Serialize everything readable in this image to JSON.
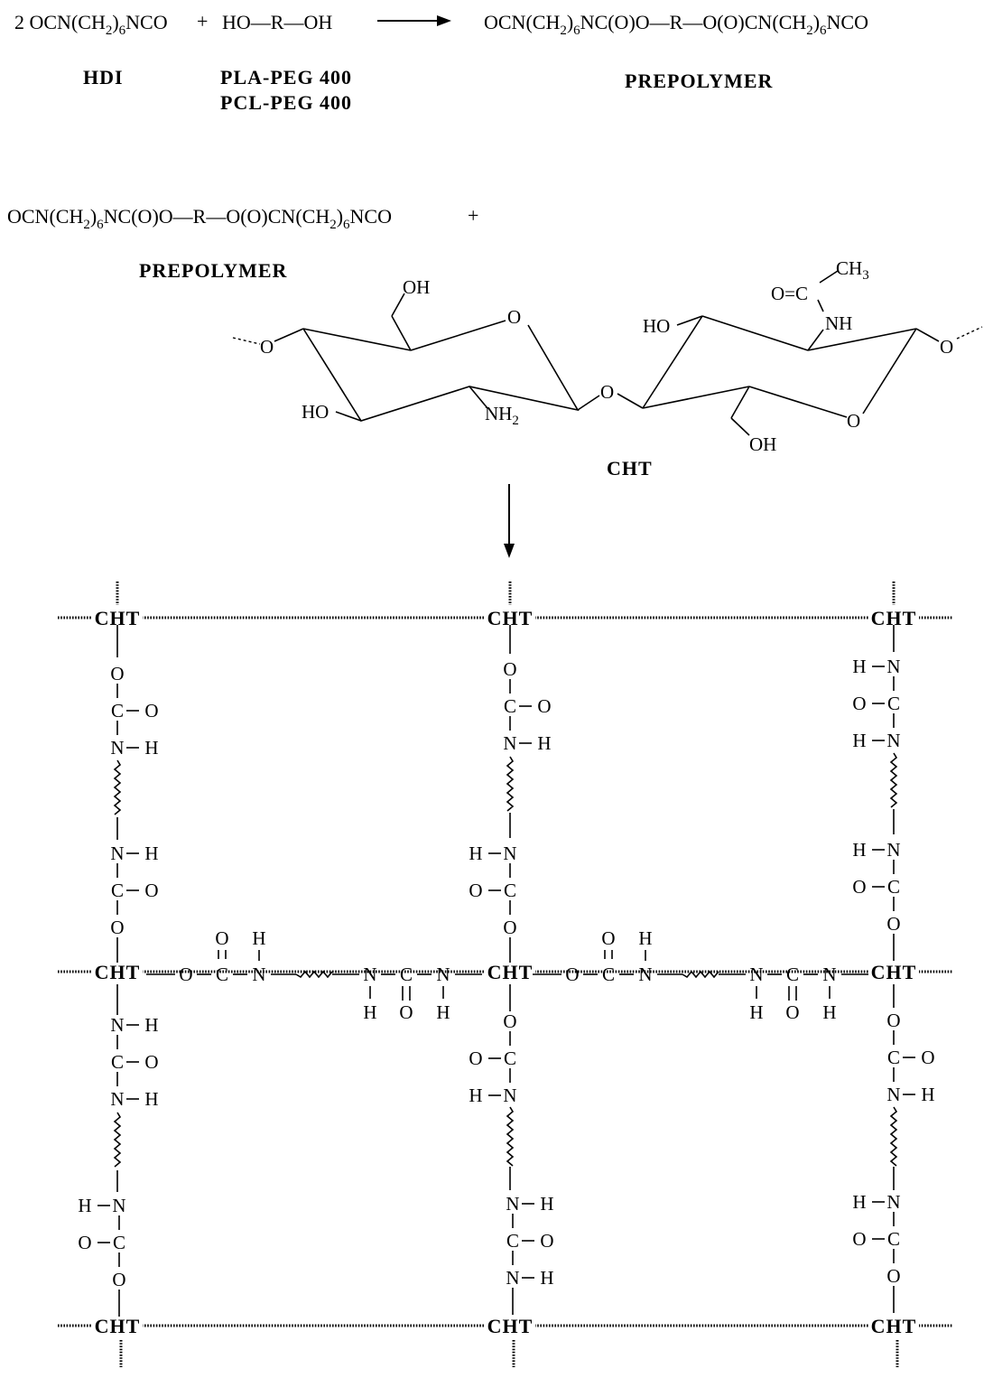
{
  "reaction1": {
    "hdi": "2 OCN(CH2)6NCO",
    "plus": "+",
    "diol": "HO—R—OH",
    "prepolymer": "OCN(CH2)6NC(O)O—R—O(O)CN(CH2)6NCO",
    "label_hdi": "HDI",
    "label_diol_1": "PLA-PEG 400",
    "label_diol_2": "PCL-PEG 400",
    "label_prepolymer": "PREPOLYMER"
  },
  "reaction2": {
    "prepolymer": "OCN(CH2)6NC(O)O—R—O(O)CN(CH2)6NCO",
    "plus": "+",
    "label_prepolymer": "PREPOLYMER",
    "label_cht": "CHT",
    "chitosan_atoms": {
      "oh_top": "OH",
      "ho_left": "HO",
      "nh2": "NH2",
      "ring_o_1": "O",
      "link_o": "O",
      "end_o_left": "O",
      "end_o_right": "O",
      "ho_right": "HO",
      "nh": "NH",
      "carbonyl": "O=C",
      "ch3": "CH3",
      "ring_o_2": "O",
      "oh_bottom": "OH"
    }
  },
  "network": {
    "node_label": "CHT",
    "atoms": [
      "O",
      "C",
      "N",
      "H",
      "=O",
      "O="
    ]
  }
}
